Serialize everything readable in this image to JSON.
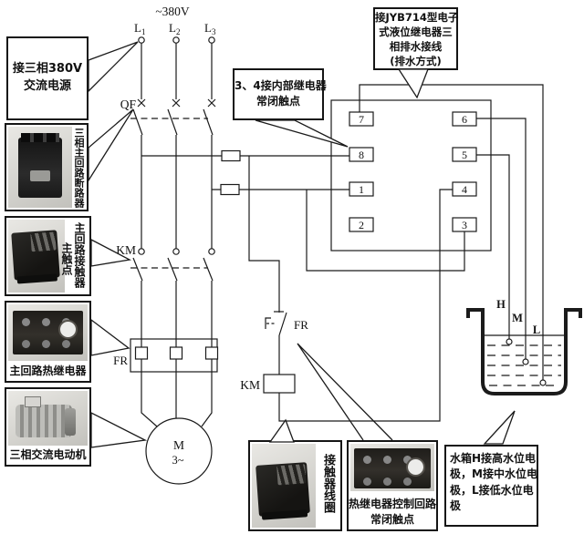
{
  "colors": {
    "line": "#1b1b1b",
    "background": "#ffffff",
    "box_border": "#151515"
  },
  "top": {
    "voltage": "~380V",
    "phases": [
      {
        "name": "L",
        "sub": "1"
      },
      {
        "name": "L",
        "sub": "2"
      },
      {
        "name": "L",
        "sub": "3"
      }
    ]
  },
  "symbols": {
    "qf": "QF",
    "km_main": "KM",
    "fr_main": "FR",
    "fr_contact": "FR",
    "km_coil": "KM",
    "motor": "M",
    "motor_phase": "3~"
  },
  "relay": {
    "terminals_left": [
      "7",
      "8",
      "1",
      "2"
    ],
    "terminals_right": [
      "6",
      "5",
      "4",
      "3"
    ]
  },
  "tank": {
    "h": "H",
    "m": "M",
    "l": "L"
  },
  "callouts": {
    "power": {
      "lines": [
        "接三相380V",
        "交流电源"
      ]
    },
    "breaker": {
      "label": "三相主回路断路器"
    },
    "contactor": {
      "col_right": "主回路接触器",
      "col_left": "主触点"
    },
    "thermal": {
      "label": "主回路热继电器"
    },
    "motor": {
      "label": "三相交流电动机"
    },
    "internal_nc": {
      "lines": [
        "3、4接内部继电器",
        "常闭触点"
      ]
    },
    "jyb": {
      "lines": [
        "接JYB714型电子",
        "式液位继电器三",
        "相排水接线",
        "(排水方式)"
      ]
    },
    "coil": {
      "label": "接触器线圈"
    },
    "thermal_nc": {
      "lines": [
        "热继电器控制回路",
        "常闭触点"
      ]
    },
    "tank_note": {
      "lines": [
        "水箱H接高水位电",
        "极，M接中水位电",
        "极，L接低水位电",
        "极"
      ]
    }
  }
}
